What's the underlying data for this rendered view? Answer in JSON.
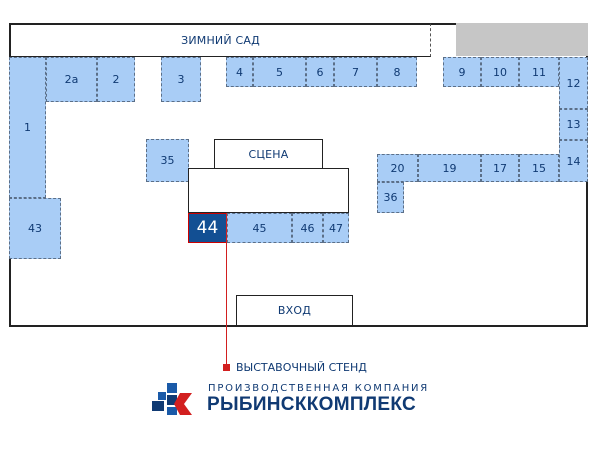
{
  "map": {
    "zones": {
      "winter_garden": "ЗИМНИЙ САД",
      "stage": "СЦЕНА",
      "entrance": "ВХОД"
    },
    "booths": {
      "b1": "1",
      "b2a": "2а",
      "b2": "2",
      "b3": "3",
      "b4": "4",
      "b5": "5",
      "b6": "6",
      "b7": "7",
      "b8": "8",
      "b9": "9",
      "b10": "10",
      "b11": "11",
      "b12": "12",
      "b13": "13",
      "b14": "14",
      "b15": "15",
      "b17": "17",
      "b19": "19",
      "b20": "20",
      "b35": "35",
      "b36": "36",
      "b43": "43",
      "b44": "44",
      "b45": "45",
      "b46": "46",
      "b47": "47"
    },
    "highlighted_booth": "44",
    "colors": {
      "booth_fill": "#a9cdf6",
      "highlight_fill": "#124f93",
      "marker": "#d21f1f",
      "text": "#103a73"
    }
  },
  "legend": {
    "label": "ВЫСТАВОЧНЫЙ СТЕНД"
  },
  "logo": {
    "tagline": "ПРОИЗВОДСТВЕННАЯ КОМПАНИЯ",
    "name": "РЫБИНСККОМПЛЕКС"
  }
}
